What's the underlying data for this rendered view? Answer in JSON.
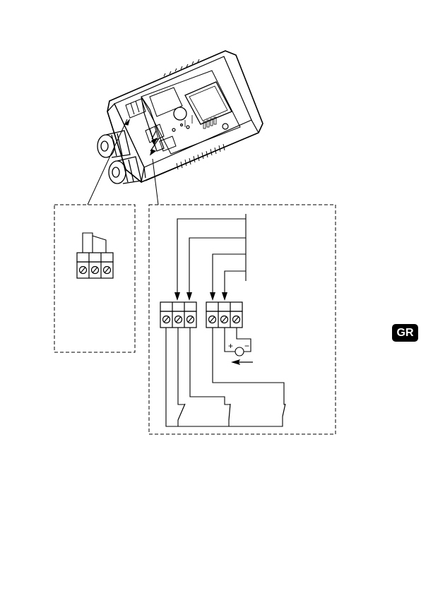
{
  "language_badge": {
    "label": "GR",
    "background": "#000000",
    "text_color": "#ffffff"
  },
  "battery_symbol": {
    "plus": "+",
    "minus": "−"
  },
  "colors": {
    "line": "#000000",
    "paper": "#ffffff"
  },
  "icons": {
    "terminal-screw": "circle-with-diagonal-slash",
    "relay-contact": "open-switch",
    "flow-arrow": "left-arrow"
  }
}
